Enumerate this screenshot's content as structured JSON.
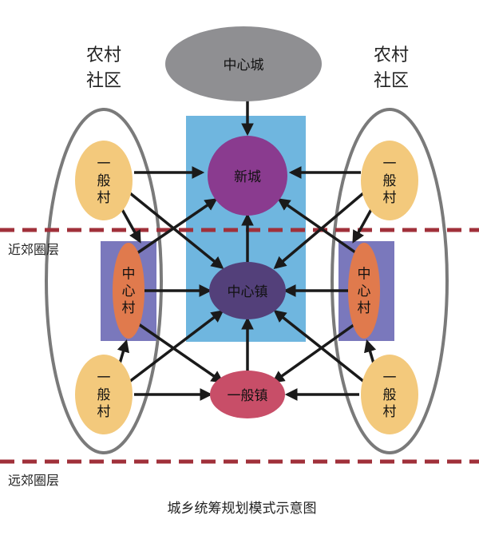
{
  "diagram": {
    "caption": "城乡统筹规划模式示意图",
    "zones": {
      "inner": "近郊圈层",
      "outer": "远郊圈层"
    },
    "groups": {
      "left_line1": "农村",
      "left_line2": "社区",
      "right_line1": "农村",
      "right_line2": "社区"
    },
    "nodes": {
      "center_city": "中心城",
      "new_city": "新城",
      "center_town": "中心镇",
      "general_town": "一般镇",
      "left_center_village": "中心村",
      "right_center_village": "中心村",
      "left_top_village": "一般村",
      "left_bottom_village": "一般村",
      "right_top_village": "一般村",
      "right_bottom_village": "一般村"
    },
    "colors": {
      "center_city": "#8f8f92",
      "central_panel": "#6fb6df",
      "new_city": "#8a3b8f",
      "center_town": "#53407a",
      "general_town": "#c84e68",
      "village_panel": "#7a78bc",
      "center_village": "#e07a4d",
      "general_village": "#f3c97c",
      "dashed_line": "#a0303a",
      "arrow": "#1a1a1a",
      "community_outline": "#7a7a7a"
    }
  }
}
